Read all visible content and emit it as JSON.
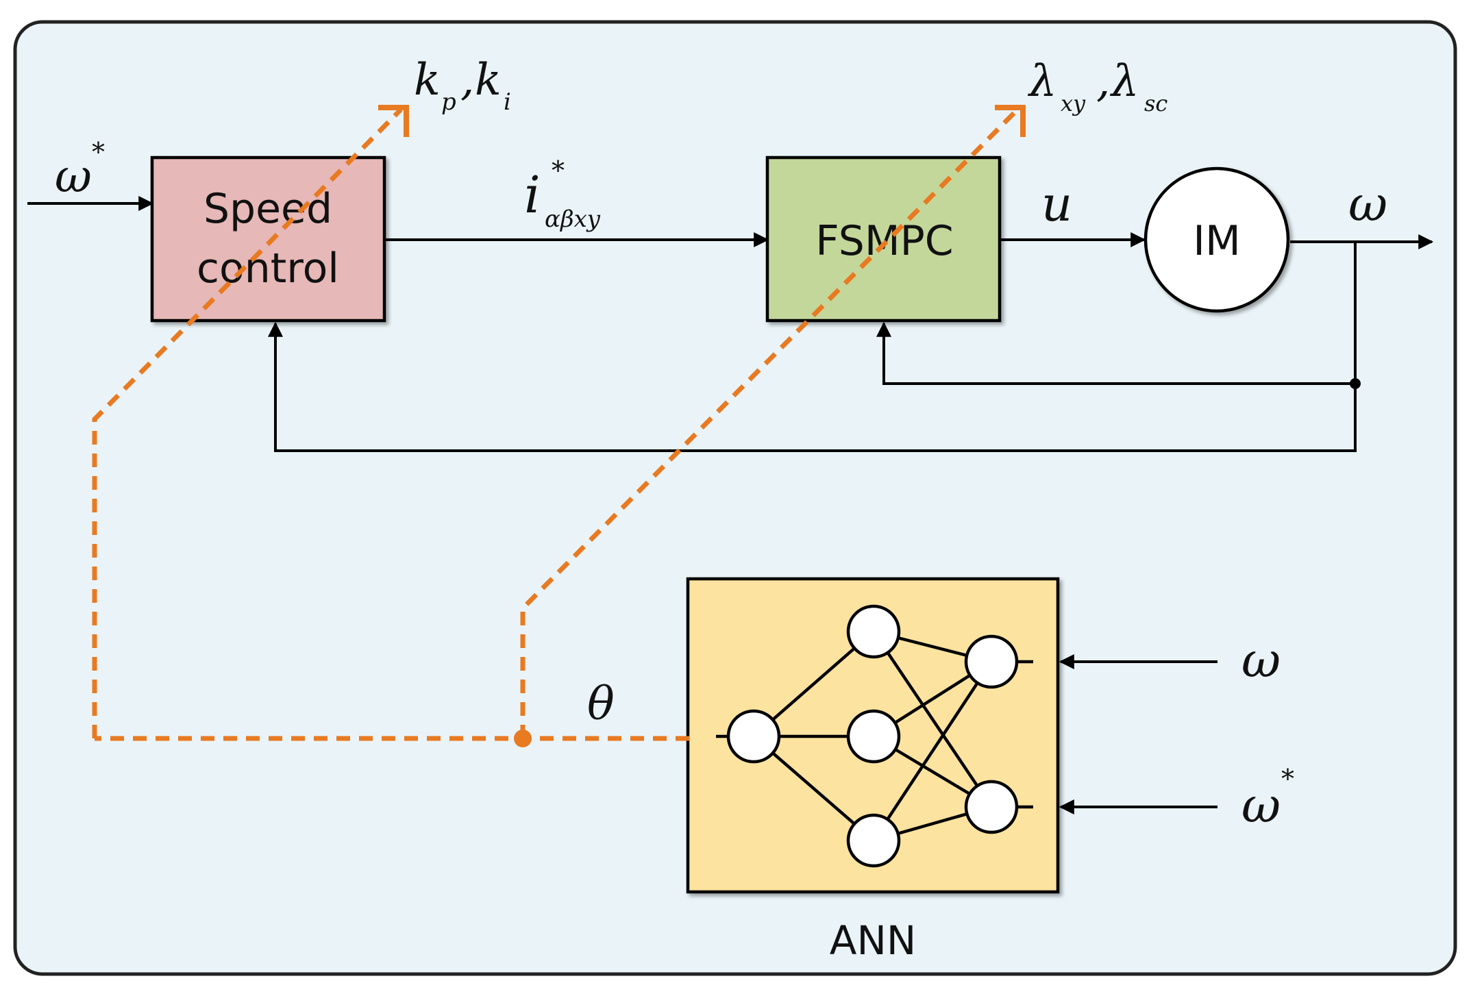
{
  "blocks": {
    "speed_line1": "Speed",
    "speed_line2": "control",
    "fsmpc": "FSMPC",
    "motor": "IM",
    "ann": "ANN"
  },
  "signals": {
    "omega_ref_in": "ω",
    "omega_ref_in_sup": "*",
    "current_ref": "i",
    "current_ref_sup": "*",
    "current_ref_sub": "αβxy",
    "voltage": "u",
    "omega_out": "ω",
    "gains_k1": "k",
    "gains_k1_sub": "p",
    "gains_comma": ",",
    "gains_k2": "k",
    "gains_k2_sub": "i",
    "weights_l1": "λ",
    "weights_l1_sub": "xy",
    "weights_comma": ",",
    "weights_l2": "λ",
    "weights_l2_sub": "sc",
    "theta": "θ",
    "ann_in_omega": "ω",
    "ann_in_omega_ref": "ω",
    "ann_in_omega_ref_sup": "*"
  },
  "colors": {
    "background": "#eaf4f8",
    "border": "#222222",
    "speed_block": "#e6b8b7",
    "fsmpc_block": "#c4d79b",
    "ann_block": "#fde3a0",
    "dashed_orange": "#e87a22",
    "line": "#000000"
  }
}
